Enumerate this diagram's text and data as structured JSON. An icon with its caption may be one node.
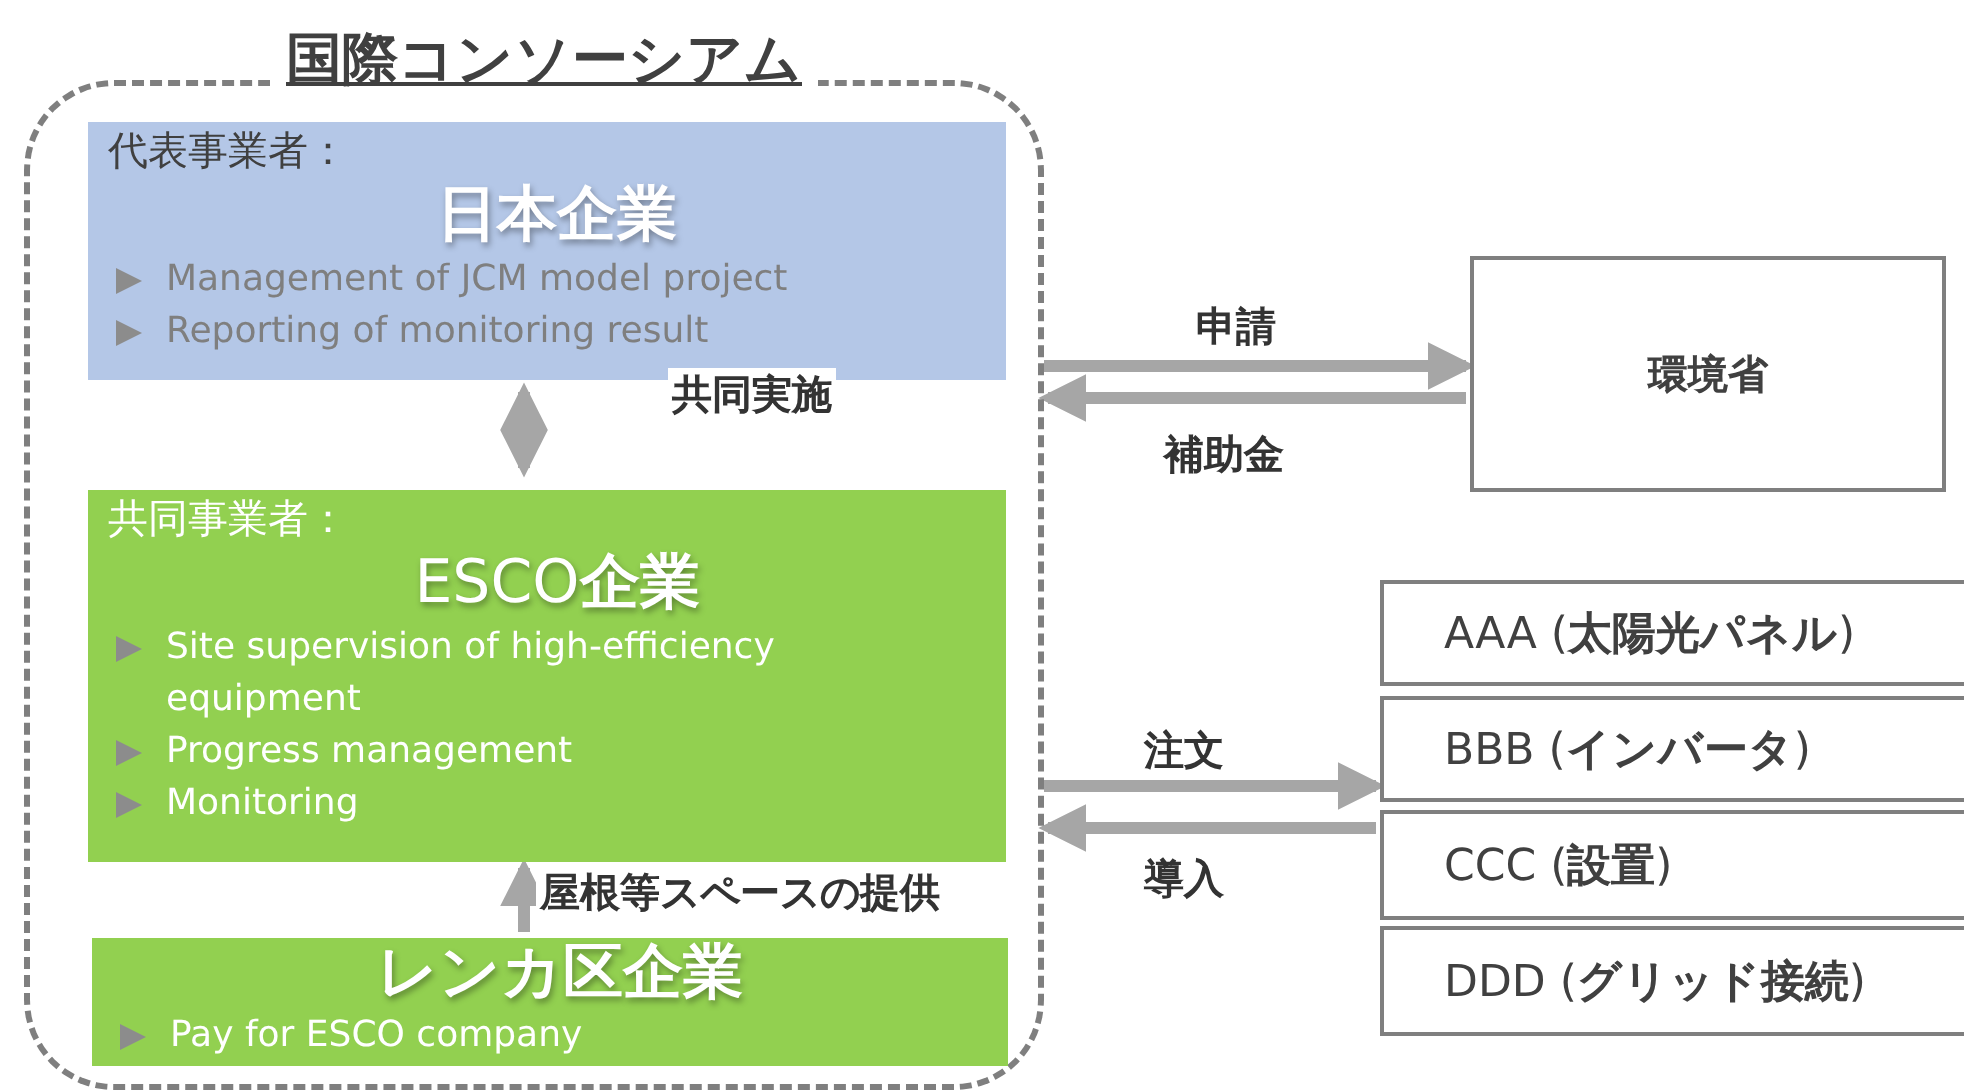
{
  "diagram": {
    "nodes": [
      {
        "text": [
          "国際コンソーシアム"
        ]
      },
      {
        "text": [
          "代表事業者：",
          "日本企業",
          "Management of JCM model project",
          "Reporting of monitoring result"
        ],
        "in": 0
      },
      {
        "text": [
          "共同事業者：",
          "ESCO**企業**",
          "Site supervision of high-efficiency equipment",
          "Progress management",
          "Monitoring"
        ],
        "in": 0
      },
      {
        "text": [
          "レンカ区企業",
          "Pay for ESCO company"
        ],
        "in": 0
      },
      {
        "text": [
          "環境省"
        ]
      },
      {
        "text": [
          "AAA (**太陽光パネル**)"
        ]
      },
      {
        "text": [
          "BBB (**インバータ**)"
        ]
      },
      {
        "text": [
          "CCC (**設置**)"
        ]
      },
      {
        "text": [
          "DDD (**グリッド接続**)"
        ]
      }
    ],
    "edges": [
      {
        "from": 1,
        "to": 2,
        "arrow": "both",
        "label": "共同実施"
      },
      {
        "from": 3,
        "to": 2,
        "arrow": "to",
        "label": "屋根等スペースの提供"
      },
      {
        "from": 0,
        "to": 4,
        "arrow": "to",
        "label": "申請"
      },
      {
        "from": 4,
        "to": 0,
        "arrow": "to",
        "label": "補助金"
      },
      {
        "from": 0,
        "to": 6,
        "arrow": "to",
        "label": "注文"
      },
      {
        "from": 7,
        "to": 0,
        "arrow": "to",
        "label": "導入"
      }
    ]
  }
}
